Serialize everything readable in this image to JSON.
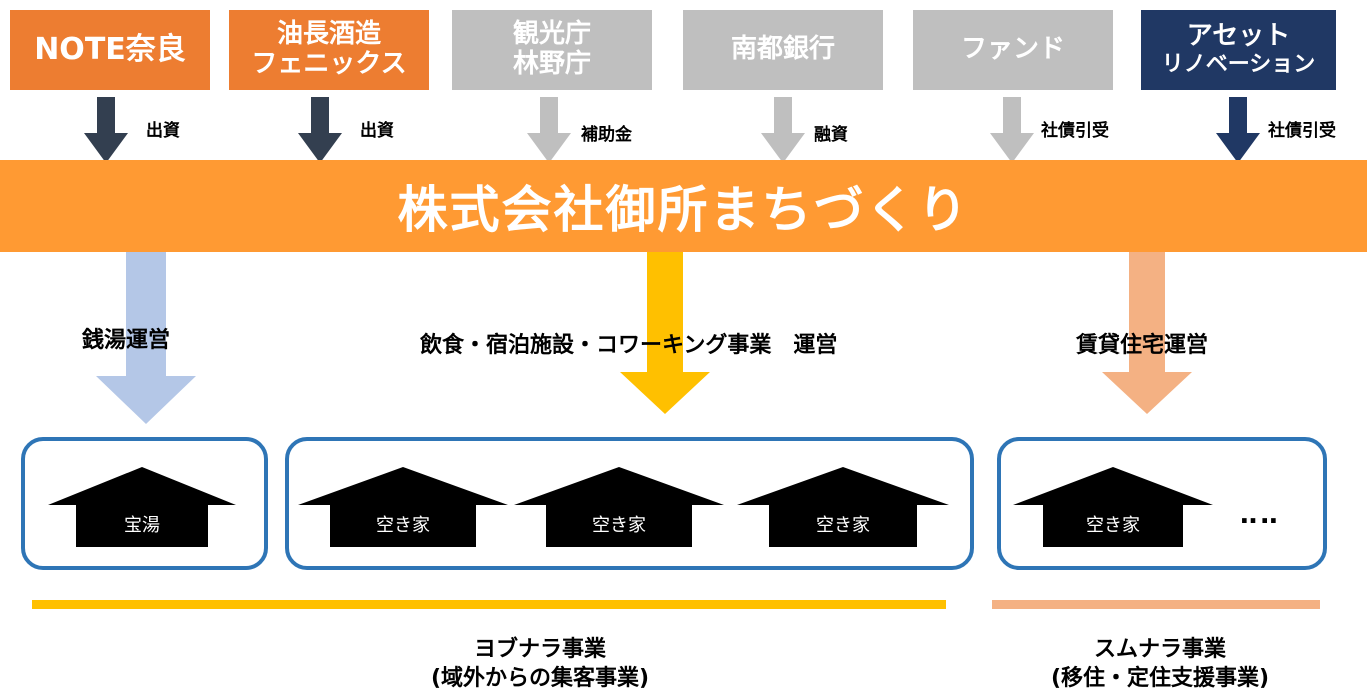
{
  "funders": [
    {
      "lines": [
        "NOTE奈良"
      ],
      "color": "#ED7D31",
      "funding": "出資"
    },
    {
      "lines": [
        "油長酒造",
        "フェニックス"
      ],
      "color": "#ED7D31",
      "funding": "出資"
    },
    {
      "lines": [
        "観光庁",
        "林野庁"
      ],
      "color": "#BFBFBF",
      "funding": "補助金"
    },
    {
      "lines": [
        "南都銀行"
      ],
      "color": "#BFBFBF",
      "funding": "融資"
    },
    {
      "lines": [
        "ファンド"
      ],
      "color": "#BFBFBF",
      "funding": "社債引受"
    },
    {
      "lines": [
        "アセット",
        "リノベーション"
      ],
      "color": "#203864",
      "funding": "社債引受"
    }
  ],
  "company": {
    "name": "株式会社御所まちづくり",
    "color": "#FF9A33"
  },
  "operations": [
    {
      "label": "銭湯運営",
      "arrow_color": "#B4C7E7"
    },
    {
      "label": "飲食・宿泊施設・コワーキング事業　運営",
      "arrow_color": "#FFC000"
    },
    {
      "label": "賃貸住宅運営",
      "arrow_color": "#F4B183"
    }
  ],
  "properties": {
    "bathhouse": "宝湯",
    "vacant_1": "空き家",
    "vacant_2": "空き家",
    "vacant_3": "空き家",
    "vacant_4": "空き家",
    "more": "‥‥"
  },
  "businesses": [
    {
      "lines": [
        "ヨブナラ事業",
        "(域外からの集客事業)"
      ],
      "color": "#FFC000"
    },
    {
      "lines": [
        "スムナラ事業",
        "(移住・定住支援事業)"
      ],
      "color": "#F4B183"
    }
  ],
  "colors": {
    "box_border": "#2E75B6",
    "dark_arrow": "#333F50",
    "gray_arrow": "#BFBFBF",
    "navy_arrow": "#203864"
  }
}
